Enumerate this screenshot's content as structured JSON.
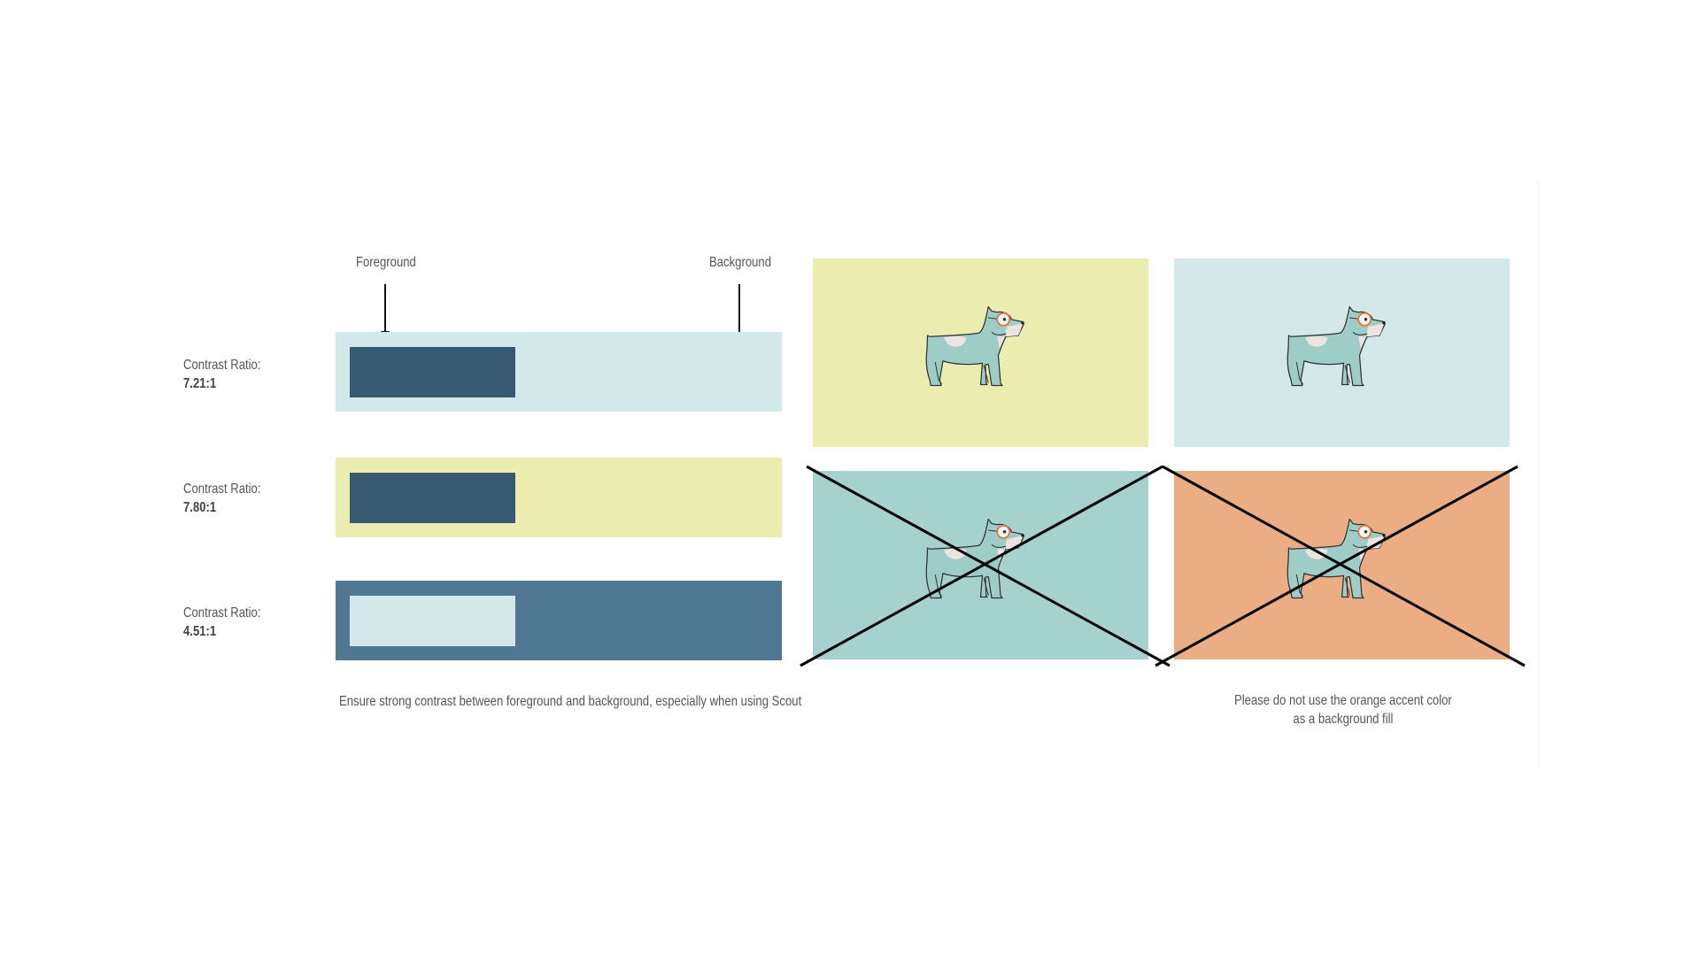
{
  "labels": {
    "foreground": "Foreground",
    "background": "Background"
  },
  "rows": [
    {
      "label": "Contrast Ratio:",
      "value": "7.21:1",
      "fg_color": "#375a72",
      "bg_color": "#d3e8e8"
    },
    {
      "label": "Contrast Ratio:",
      "value": "7.80:1",
      "fg_color": "#375a72",
      "bg_color": "#ebedb0"
    },
    {
      "label": "Contrast Ratio:",
      "value": "4.51:1",
      "fg_color": "#d3e8e8",
      "bg_color": "#517893"
    }
  ],
  "examples": [
    {
      "bg_color": "#ebedb0",
      "crossed_out": false
    },
    {
      "bg_color": "#d3e8e8",
      "crossed_out": false
    },
    {
      "bg_color": "#a5d1ce",
      "crossed_out": true
    },
    {
      "bg_color": "#ebad84",
      "crossed_out": true
    }
  ],
  "captions": {
    "contrast": "Ensure strong contrast between foreground and background, especially when using Scout",
    "orange_line1": "Please do not use the orange accent color",
    "orange_line2": "as a background fill"
  },
  "colors": {
    "dog_body": "#9ecdc8",
    "dog_patch": "#ede3e0",
    "glasses": "#e0743a",
    "outline": "#333333"
  }
}
